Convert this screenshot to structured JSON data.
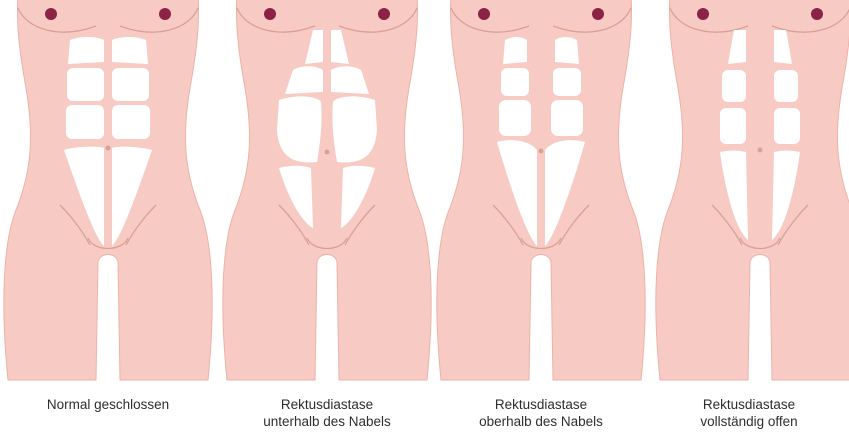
{
  "colors": {
    "skin": "#f7cbc3",
    "skin_edge": "#ecb2a8",
    "line": "#d9a196",
    "nipple": "#8b2346",
    "muscle": "#ffffff",
    "text": "#2e2e2e"
  },
  "panels": [
    {
      "id": "normal",
      "lines": [
        "Normal geschlossen"
      ]
    },
    {
      "id": "below",
      "lines": [
        "Rektusdiastase",
        "unterhalb des Nabels"
      ]
    },
    {
      "id": "above",
      "lines": [
        "Rektusdiastase",
        "oberhalb des Nabels"
      ]
    },
    {
      "id": "full",
      "lines": [
        "Rektusdiastase",
        "vollständig offen"
      ]
    }
  ]
}
